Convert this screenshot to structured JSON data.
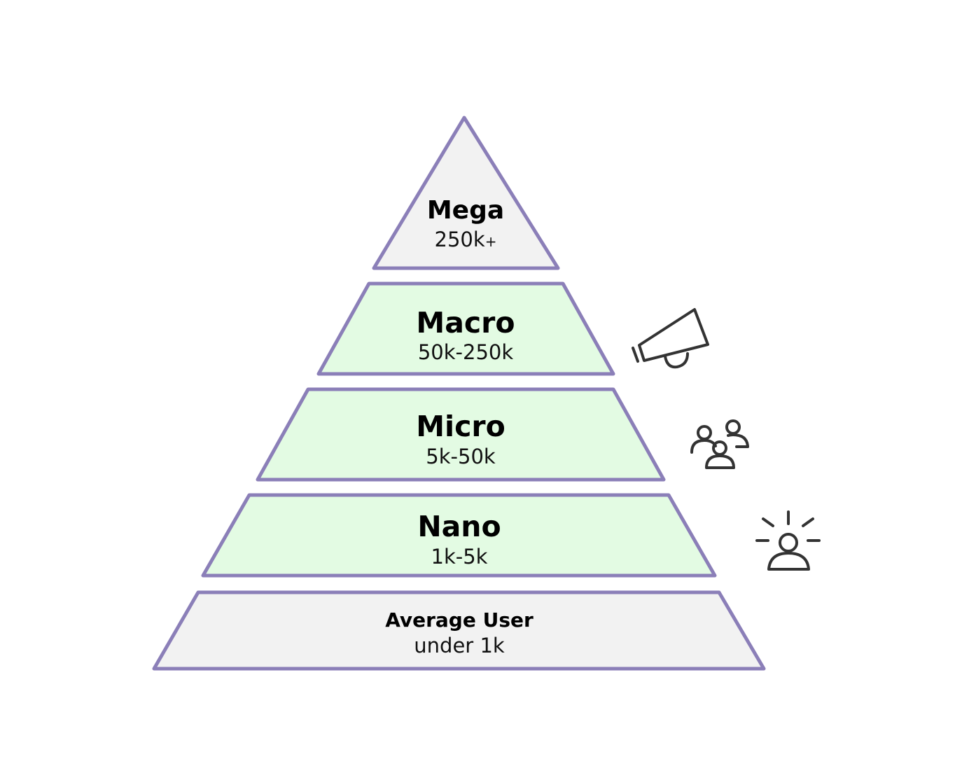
{
  "colors": {
    "outline": "#8B7FB8",
    "tier_grey_fill": "#F2F2F2",
    "tier_green_fill": "#E3FBE3",
    "icon": "#333333"
  },
  "tiers": [
    {
      "name": "Mega",
      "range": "250k",
      "range_suffix": "+",
      "fill": "grey"
    },
    {
      "name": "Macro",
      "range": "50k-250k",
      "range_suffix": "",
      "fill": "green",
      "icon": "megaphone-icon"
    },
    {
      "name": "Micro",
      "range": "5k-50k",
      "range_suffix": "",
      "fill": "green",
      "icon": "people-group-icon"
    },
    {
      "name": "Nano",
      "range": "1k-5k",
      "range_suffix": "",
      "fill": "green",
      "icon": "person-spotlight-icon"
    },
    {
      "name": "Average User",
      "range": "under 1k",
      "range_suffix": "",
      "fill": "grey"
    }
  ]
}
